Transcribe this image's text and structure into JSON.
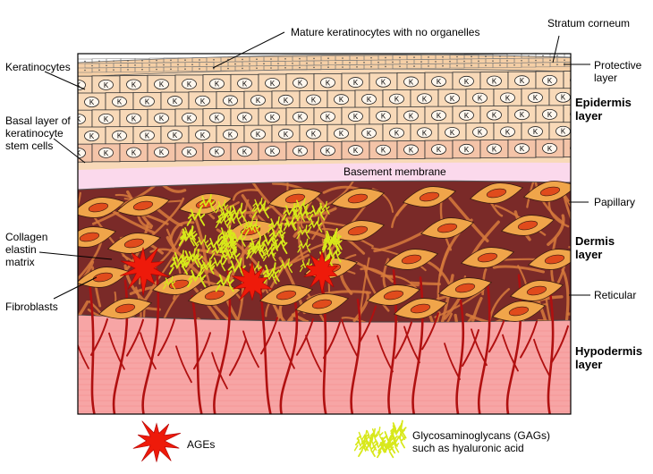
{
  "labels": {
    "mature_keratinocytes": "Mature keratinocytes with no organelles",
    "stratum_corneum": "Stratum corneum",
    "protective_layer": "Protective\nlayer",
    "keratinocytes": "Keratinocytes",
    "basal_layer": "Basal layer of\nkeratinocyte\nstem cells",
    "basement_membrane": "Basement membrane",
    "papillary": "Papillary",
    "collagen_matrix": "Collagen\nelastin\nmatrix",
    "fibroblasts": "Fibroblasts",
    "reticular": "Reticular",
    "cell_nucleus_letter": "K"
  },
  "layers": {
    "epidermis": "Epidermis\nlayer",
    "dermis": "Dermis\nlayer",
    "hypodermis": "Hypodermis\nlayer"
  },
  "legend": {
    "ages": "AGEs",
    "gags": "Glycosaminoglycans (GAGs)\nsuch as hyaluronic acid"
  },
  "colors": {
    "epidermis_cell": "#f8d9b8",
    "basal_cell": "#f4c4a8",
    "basement_membrane": "#fbd9ec",
    "dermis": "#7a2a28",
    "collagen": "#d77a3c",
    "fibroblast": "#f0a54a",
    "fibroblast_nucleus": "#e04b1c",
    "hypodermis": "#f7a5a5",
    "blood_vessel": "#b01010",
    "ages": "#ee1a0a",
    "gags": "#d8e81a"
  }
}
